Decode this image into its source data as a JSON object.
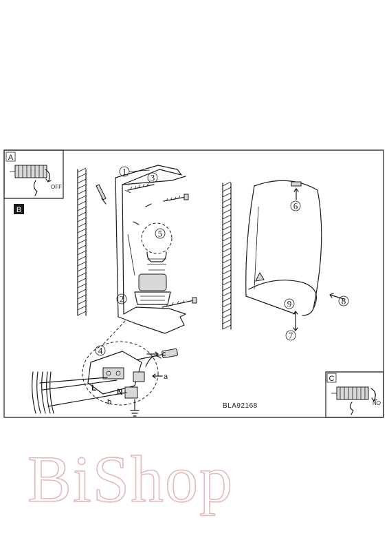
{
  "panels": {
    "a_label": "A",
    "b_label": "B",
    "c_label": "C",
    "a_switch_text": "OFF",
    "c_switch_text": "ON"
  },
  "callouts": [
    "1",
    "2",
    "3",
    "4",
    "5",
    "6",
    "7",
    "8",
    "9"
  ],
  "wiring": {
    "live": "L",
    "neutral": "N",
    "letter_a": "a",
    "letter_b": "b",
    "letter_c": "c"
  },
  "model_code": "BLA92168",
  "watermark": "BiShop"
}
